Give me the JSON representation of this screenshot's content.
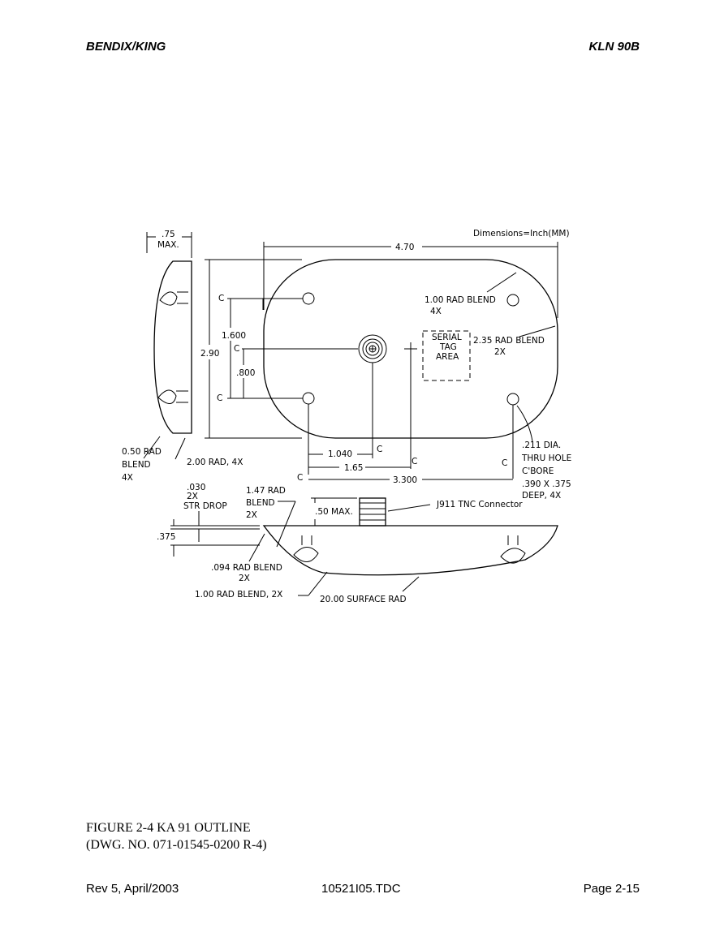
{
  "header": {
    "left": "BENDIX/KING",
    "right": "KLN 90B"
  },
  "drawing": {
    "dimensions_note": "Dimensions=Inch(MM)",
    "labels": {
      "side_width": ".75",
      "side_max": "MAX.",
      "overall_width": "4.70",
      "height": "2.90",
      "hole_spacing": "1.600",
      "half_spacing": ".800",
      "rad_blend_1": "1.00  RAD  BLEND",
      "rad_blend_1_count": "4X",
      "serial_1": "SERIAL",
      "serial_2": "TAG",
      "serial_3": "AREA",
      "rad_blend_2": "2.35  RAD  BLEND",
      "rad_blend_2_count": "2X",
      "dim_1040": "1.040",
      "dim_165": "1.65",
      "dim_3300": "3.300",
      "rad_050_1": "0.50  RAD",
      "rad_050_2": "BLEND",
      "rad_050_3": "4X",
      "rad_200": "2.00  RAD,  4X",
      "hole_1": ".211  DIA.",
      "hole_2": "THRU  HOLE",
      "hole_3": "C'BORE",
      "hole_4": ".390  X  .375",
      "hole_5": "DEEP,  4X",
      "str_drop_1": ".030",
      "str_drop_2": "2X",
      "str_drop_3": "STR  DROP",
      "rad_147_1": "1.47  RAD",
      "rad_147_2": "BLEND",
      "rad_147_3": "2X",
      "max_050": ".50  MAX.",
      "connector": "J911  TNC  Connector",
      "dim_375": ".375",
      "rad_094_1": ".094  RAD  BLEND",
      "rad_094_2": "2X",
      "rad_100": "1.00  RAD  BLEND,  2X",
      "surface_rad": "20.00  SURFACE  RAD",
      "cl": "C"
    }
  },
  "caption": {
    "line1": "FIGURE 2-4 KA 91 OUTLINE",
    "line2": "(DWG. NO. 071-01545-0200 R-4)"
  },
  "footer": {
    "left": "Rev 5, April/2003",
    "center": "10521I05.TDC",
    "right": "Page 2-15"
  }
}
